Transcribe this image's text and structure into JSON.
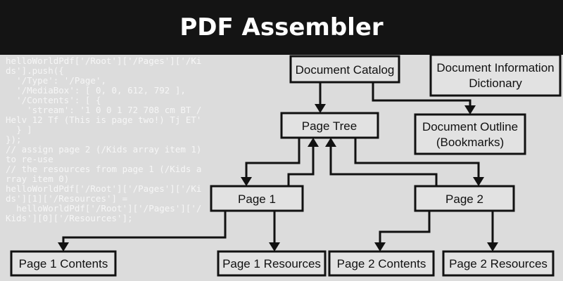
{
  "header": {
    "title": "PDF Assembler"
  },
  "code_lines": [
    "helloWorldPdf['/Root']['/Pages']['/Kids'].push({",
    "  '/Type': '/Page',",
    "  '/MediaBox': [ 0, 0, 612, 792 ],",
    "  '/Contents': [ {",
    "    'stream': '1 0 0 1 72 708 cm BT /Helv 12 Tf (This is page two!) Tj ET'",
    "  } ]",
    "});",
    "// assign page 2 (/Kids array item 1) to re-use",
    "// the resources from page 1 (/Kids array item 0)",
    "helloWorldPdf['/Root']['/Pages']['/Kids'][1]['/Resources'] =",
    "  helloWorldPdf['/Root']['/Pages']['/Kids'][0]['/Resources'];"
  ],
  "nodes": {
    "catalog": "Document Catalog",
    "info_1": "Document Information",
    "info_2": "Dictionary",
    "page_tree": "Page Tree",
    "outline_1": "Document Outline",
    "outline_2": "(Bookmarks)",
    "page1": "Page 1",
    "page2": "Page 2",
    "page1_contents": "Page 1 Contents",
    "page1_resources": "Page 1 Resources",
    "page2_contents": "Page 2 Contents",
    "page2_resources": "Page 2 Resources"
  }
}
